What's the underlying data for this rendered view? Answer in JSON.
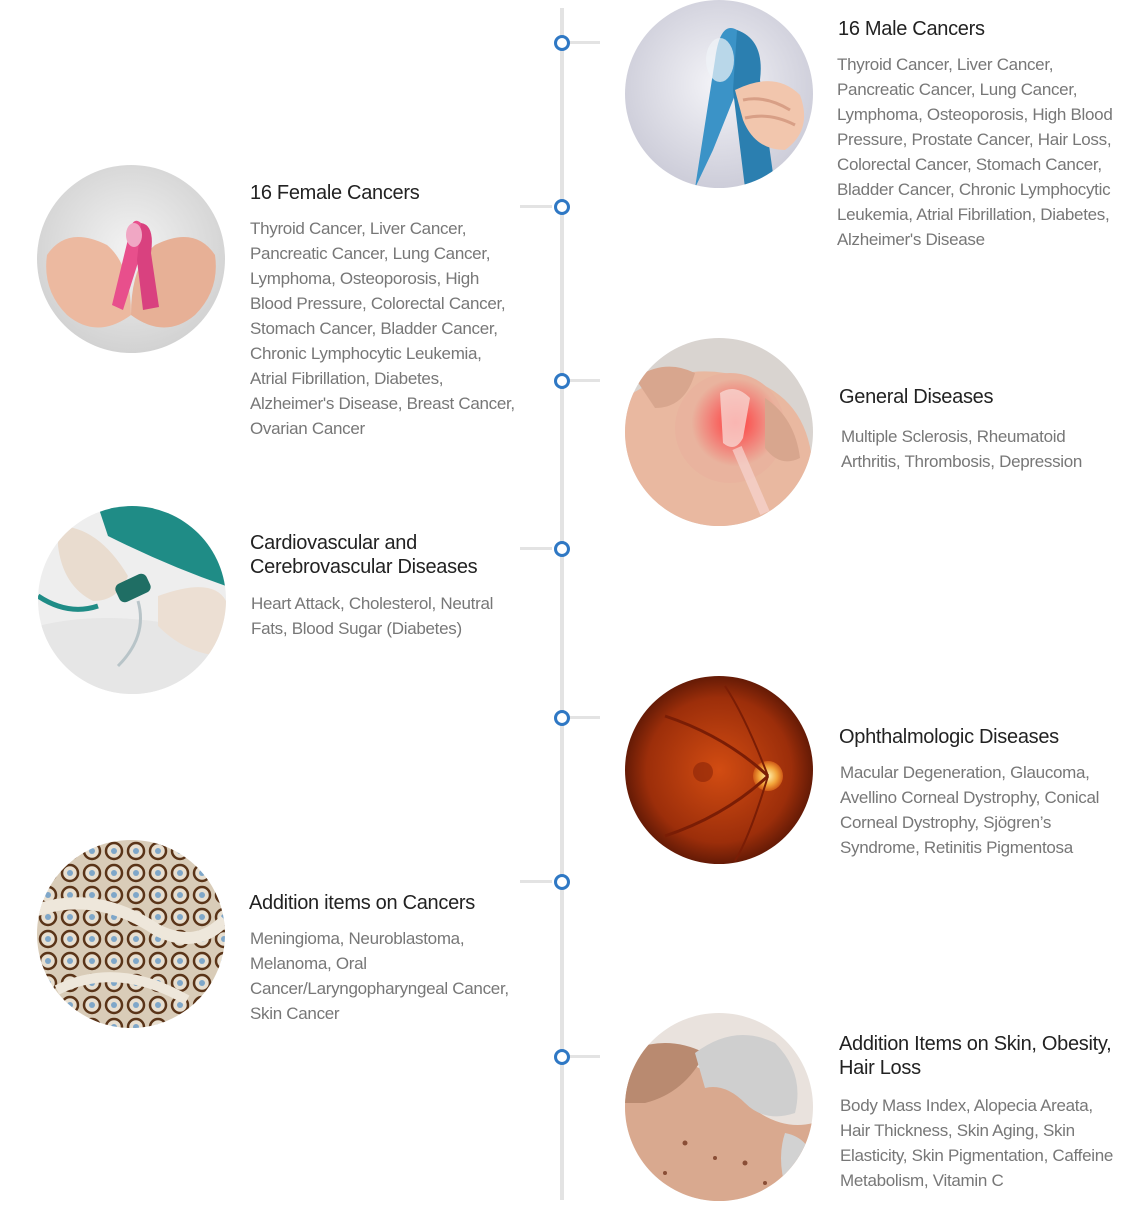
{
  "entries": [
    {
      "title": "16 Male Cancers",
      "description": "Thyroid Cancer, Liver Cancer, Pancreatic Cancer, Lung Cancer, Lymphoma, Osteoporosis, High Blood Pressure, Prostate Cancer, Hair Loss, Colorectal Cancer, Stomach Cancer, Bladder Cancer, Chronic Lymphocytic Leukemia, Atrial Fibrillation, Diabetes, Alzheimer's Disease",
      "image_icon": "blue-ribbon-icon"
    },
    {
      "title": "16 Female Cancers",
      "description": "Thyroid Cancer, Liver Cancer, Pancreatic Cancer, Lung Cancer, Lymphoma, Osteoporosis, High Blood Pressure, Colorectal Cancer, Stomach Cancer, Bladder Cancer, Chronic Lymphocytic Leukemia, Atrial Fibrillation, Diabetes, Alzheimer's Disease, Breast Cancer, Ovarian Cancer",
      "image_icon": "pink-ribbon-icon"
    },
    {
      "title": "General Diseases",
      "description": "Multiple Sclerosis, Rheumatoid Arthritis, Thrombosis, Depression",
      "image_icon": "knee-pain-icon"
    },
    {
      "title": "Cardiovascular and Cerebrovascular Diseases",
      "description": "Heart Attack, Cholesterol, Neutral Fats, Blood Sugar (Diabetes)",
      "image_icon": "blood-pressure-icon"
    },
    {
      "title": "Ophthalmologic Diseases",
      "description": "Macular Degeneration, Glaucoma, Avellino Corneal Dystrophy, Conical Corneal Dystrophy, Sjögren’s Syndrome, Retinitis Pigmentosa",
      "image_icon": "retina-icon"
    },
    {
      "title": "Addition items on Cancers",
      "description": "Meningioma, Neuroblastoma, Melanoma, Oral Cancer/Laryngopharyngeal Cancer, Skin Cancer",
      "image_icon": "cell-tissue-icon"
    },
    {
      "title": "Addition Items on Skin, Obesity, Hair Loss",
      "description": "Body Mass Index, Alopecia Areata, Hair Thickness, Skin Aging, Skin Elasticity, Skin Pigmentation, Caffeine Metabolism, Vitamin C",
      "image_icon": "skin-exam-icon"
    }
  ],
  "colors": {
    "timeline_node": "#2f78c4",
    "timeline_line": "#e3e3e3",
    "title_text": "#222222",
    "body_text": "#777777"
  }
}
